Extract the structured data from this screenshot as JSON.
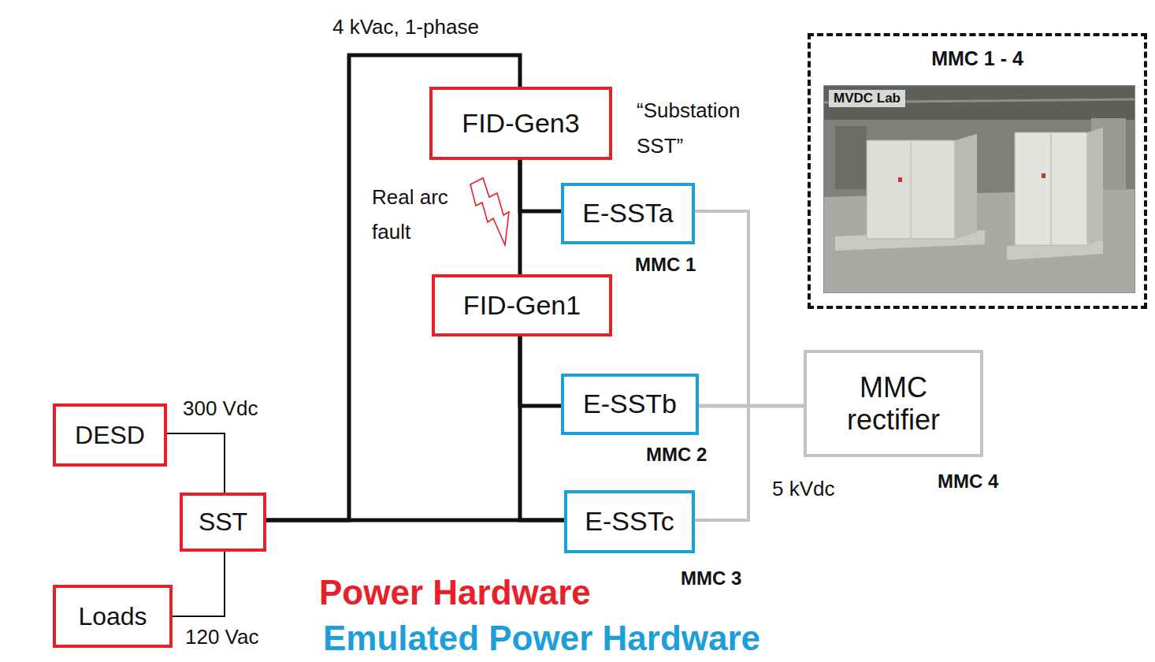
{
  "diagram": {
    "nodes": [
      {
        "text": [
          "FID-Gen3"
        ]
      },
      {
        "text": [
          "MMC 1 - 4"
        ]
      },
      {
        "text": [
          "MVDC Lab"
        ],
        "in": 1
      },
      {
        "text": [
          "E-SSTa"
        ]
      },
      {
        "text": [
          "FID-Gen1"
        ]
      },
      {
        "text": [
          "E-SSTb"
        ]
      },
      {
        "text": [
          "MMC rectifier"
        ]
      },
      {
        "text": [
          "DESD"
        ]
      },
      {
        "text": [
          "SST"
        ]
      },
      {
        "text": [
          "E-SSTc"
        ]
      },
      {
        "text": [
          "Loads"
        ]
      }
    ],
    "edges": [
      {
        "from": 8,
        "to": 0,
        "arrow": "none",
        "label": "4 kVac, 1-phase"
      },
      {
        "from": 0,
        "to": 4,
        "arrow": "none"
      },
      {
        "from": 0,
        "to": 3,
        "arrow": "none"
      },
      {
        "from": 4,
        "to": 5,
        "arrow": "none"
      },
      {
        "from": 4,
        "to": 9,
        "arrow": "none"
      },
      {
        "from": 8,
        "to": 9,
        "arrow": "none"
      },
      {
        "from": 3,
        "to": 6,
        "arrow": "none"
      },
      {
        "from": 5,
        "to": 6,
        "arrow": "none"
      },
      {
        "from": 9,
        "to": 6,
        "arrow": "none"
      },
      {
        "from": 7,
        "to": 8,
        "arrow": "none",
        "label": "300 Vdc"
      },
      {
        "from": 8,
        "to": 10,
        "arrow": "none",
        "label": "120 Vac"
      }
    ],
    "labels": [
      "“Substation SST”",
      "Real arc fault",
      "MMC 1",
      "MMC 2",
      "5 kVdc",
      "MMC 4",
      "MMC 3"
    ],
    "legend": [
      {
        "text": "Power Hardware",
        "color": "#e8202a"
      },
      {
        "text": "Emulated Power Hardware",
        "color": "#1f9fd9"
      }
    ]
  }
}
